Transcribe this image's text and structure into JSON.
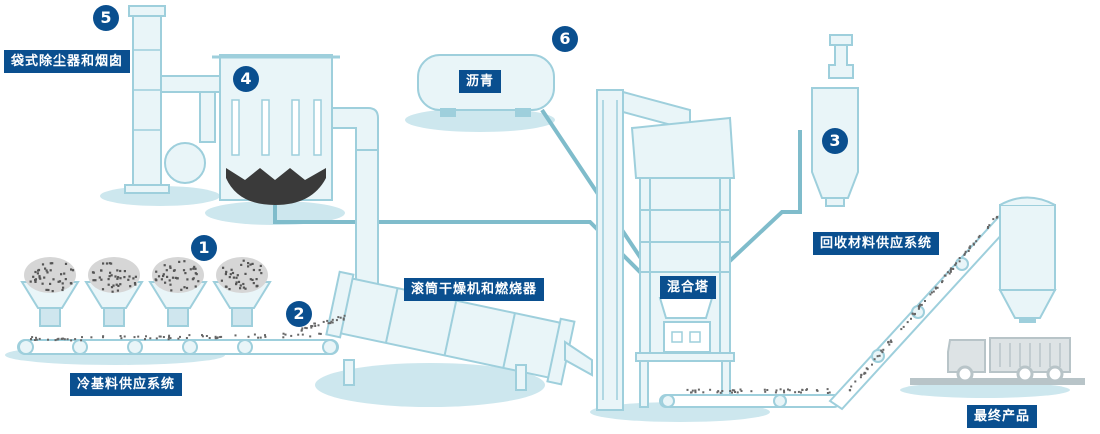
{
  "colors": {
    "equipment_fill": "#e9f5f8",
    "equipment_stroke": "#9ecfdc",
    "pipe": "#7fbccb",
    "ground": "#cde7ee",
    "label_bg": "#0a4f8f",
    "dark_drum": "#3a3a3a",
    "aggregate": "#555555"
  },
  "labels": {
    "dust_collector": "袋式除尘器和烟囱",
    "asphalt": "沥青",
    "recycle": "回收材料供应系统",
    "dryer": "滚筒干燥机和燃烧器",
    "mixer": "混合塔",
    "cold_feed": "冷基料供应系统",
    "product": "最终产品"
  },
  "badges": {
    "b1": "1",
    "b2": "2",
    "b3": "3",
    "b4": "4",
    "b5": "5",
    "b6": "6"
  }
}
